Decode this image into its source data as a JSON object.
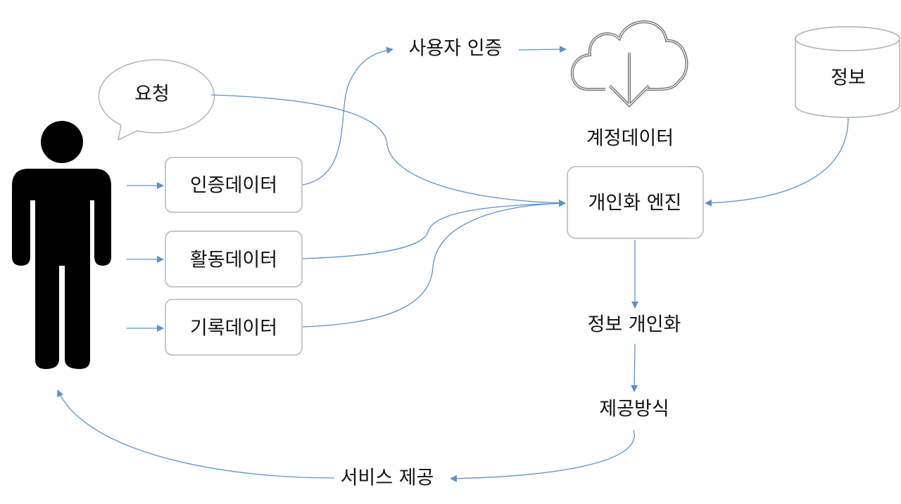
{
  "nodes": {
    "request": "요청",
    "auth_data": "인증데이터",
    "activity_data": "활동데이터",
    "record_data": "기록데이터",
    "user_auth": "사용자 인증",
    "account_data": "계정데이터",
    "engine": "개인화 엔진",
    "info_db": "정보",
    "info_personalization": "정보 개인화",
    "delivery_method": "제공방식",
    "service_delivery": "서비스 제공"
  },
  "icons": {
    "user": "person-icon",
    "cloud": "cloud-download-icon",
    "database": "database-cylinder-icon"
  },
  "colors": {
    "arrow": "#5b93cc",
    "box_border": "#b5b5b5",
    "person": "#000000",
    "cloud": "#707070"
  }
}
